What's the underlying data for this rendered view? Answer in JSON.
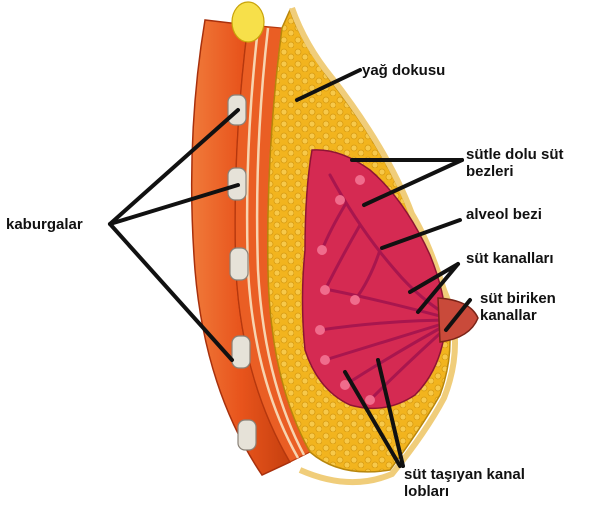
{
  "labels": {
    "fat_tissue": "yağ dokusu",
    "milk_glands": [
      "sütle dolu süt",
      "bezleri"
    ],
    "alveolus": "alveol bezi",
    "milk_ducts": "süt kanalları",
    "collecting_ducts": [
      "süt biriken",
      "kanallar"
    ],
    "ribs": "kaburgalar",
    "lobes": [
      "süt taşıyan kanal",
      "lobları"
    ]
  },
  "colors": {
    "muscle": "#e8541c",
    "muscle_dark": "#b8380e",
    "fat": "#f2b41e",
    "fat_dark": "#c98a0a",
    "gland": "#d52a52",
    "duct": "#b01a5a",
    "skin": "#f7d27a",
    "rib": "#e6e2d8",
    "leader": "#111111"
  }
}
